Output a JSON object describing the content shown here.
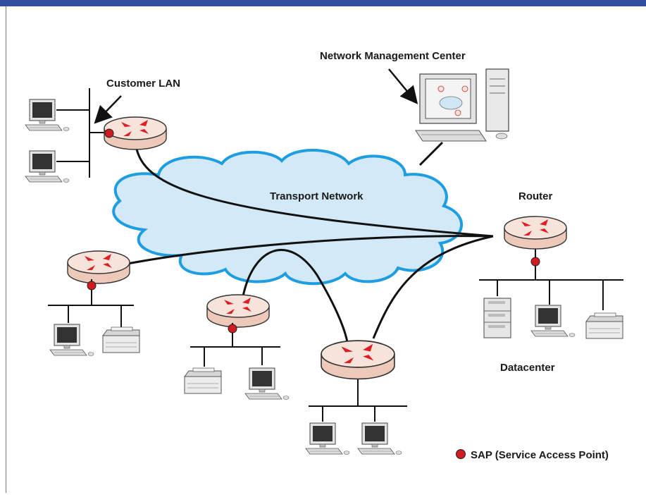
{
  "labels": {
    "customer_lan": "Customer LAN",
    "nmc": "Network Management Center",
    "transport": "Transport Network",
    "router": "Router",
    "datacenter": "Datacenter",
    "legend_sap": "SAP (Service Access Point)"
  },
  "colors": {
    "cloud_fill": "#d3e9f7",
    "cloud_stroke": "#1e9ee0",
    "router_fill": "#f6e3da",
    "router_arrow": "#e01c24",
    "sap": "#d01c20",
    "frame_bar": "#2f4f9e"
  },
  "icons": [
    "router-icon",
    "pc-icon",
    "printer-icon",
    "server-icon",
    "sap-dot-icon",
    "cloud-icon"
  ]
}
